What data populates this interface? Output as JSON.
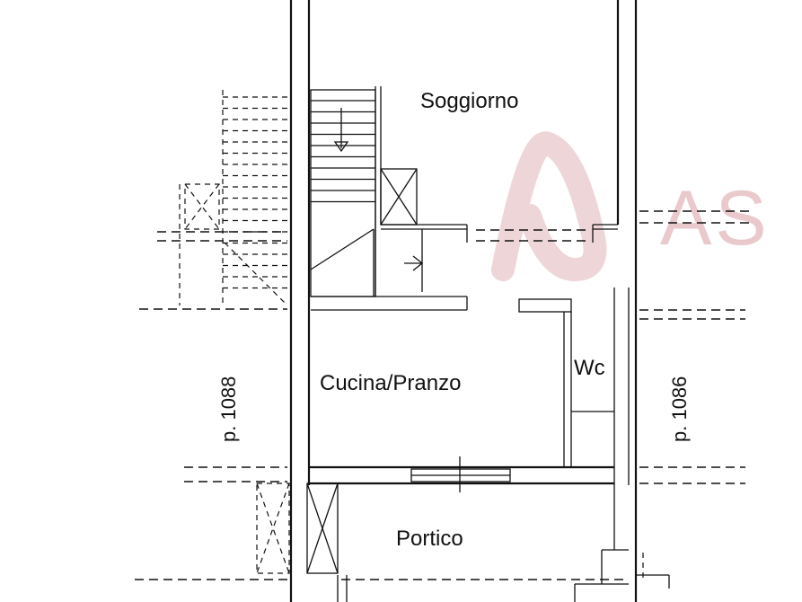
{
  "rooms": {
    "soggiorno": "Soggiorno",
    "cucina": "Cucina/Pranzo",
    "wc": "Wc",
    "portico": "Portico"
  },
  "plots": {
    "left": "p. 1088",
    "right": "p. 1086"
  },
  "watermark": {
    "text": "AS",
    "color": "#e9c9cc"
  }
}
